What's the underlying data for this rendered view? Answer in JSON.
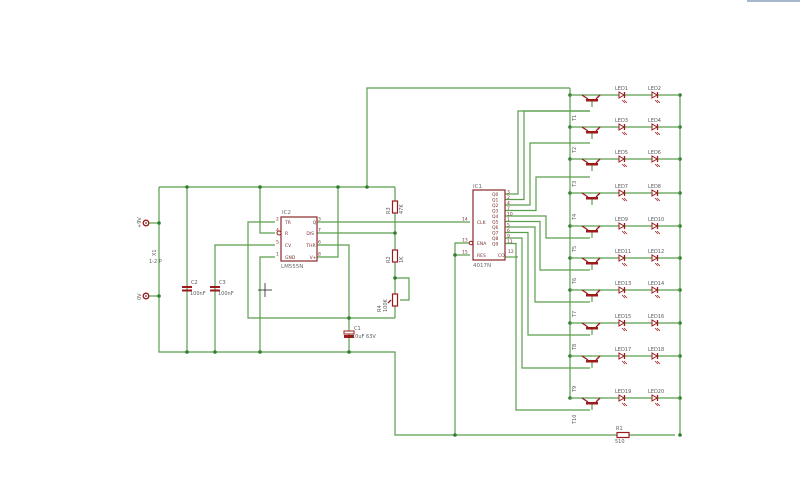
{
  "schematic": {
    "title": "LED chaser schematic (555 + 4017)",
    "colors": {
      "wire": "#5a9e4e",
      "component": "#9b1b1b",
      "junction": "#2f7f2f",
      "text": "#6a6a6a"
    },
    "power": {
      "plus_label": "+9V",
      "minus_label": "0V",
      "connector_label": "X1",
      "connector_pins": "1-2 P"
    },
    "capacitors": [
      {
        "name": "C2",
        "value": "100nF"
      },
      {
        "name": "C3",
        "value": "100nF"
      },
      {
        "name": "C1",
        "value": "10uF 63V"
      }
    ],
    "resistors": [
      {
        "name": "R3",
        "value": "47K"
      },
      {
        "name": "R2",
        "value": "1K"
      },
      {
        "name": "R4",
        "value": "100K"
      },
      {
        "name": "R1",
        "value": "510"
      }
    ],
    "ic2": {
      "name": "IC2",
      "part": "LM555N",
      "left_pins": [
        {
          "num": "2",
          "label": "TR"
        },
        {
          "num": "4",
          "label": "R"
        },
        {
          "num": "5",
          "label": "CV"
        },
        {
          "num": "1",
          "label": "GND"
        }
      ],
      "right_pins": [
        {
          "num": "3",
          "label": "Q"
        },
        {
          "num": "7",
          "label": "DIS"
        },
        {
          "num": "6",
          "label": "THR"
        },
        {
          "num": "8",
          "label": "V+"
        }
      ]
    },
    "ic1": {
      "name": "IC1",
      "part": "4017N",
      "left_pins": [
        {
          "num": "14",
          "label": "CLK"
        },
        {
          "num": "13",
          "label": "ENA"
        },
        {
          "num": "15",
          "label": "RES"
        }
      ],
      "outputs": [
        {
          "num": "3",
          "label": "Q0"
        },
        {
          "num": "2",
          "label": "Q1"
        },
        {
          "num": "4",
          "label": "Q2"
        },
        {
          "num": "7",
          "label": "Q3"
        },
        {
          "num": "10",
          "label": "Q4"
        },
        {
          "num": "1",
          "label": "Q5"
        },
        {
          "num": "5",
          "label": "Q6"
        },
        {
          "num": "6",
          "label": "Q7"
        },
        {
          "num": "9",
          "label": "Q8"
        },
        {
          "num": "11",
          "label": "Q9"
        }
      ],
      "co": {
        "num": "12",
        "label": "CO"
      }
    },
    "transistors": [
      "T1",
      "T2",
      "T3",
      "T4",
      "T5",
      "T6",
      "T7",
      "T8",
      "T9",
      "T10"
    ],
    "led_rows": [
      [
        "LED1",
        "LED2"
      ],
      [
        "LED3",
        "LED4"
      ],
      [
        "LED5",
        "LED6"
      ],
      [
        "LED7",
        "LED8"
      ],
      [
        "LED9",
        "LED10"
      ],
      [
        "LED11",
        "LED12"
      ],
      [
        "LED13",
        "LED14"
      ],
      [
        "LED15",
        "LED16"
      ],
      [
        "LED17",
        "LED18"
      ],
      [
        "LED19",
        "LED20"
      ]
    ],
    "row_transistor_labels": [
      "",
      "T1",
      "T2",
      "T3",
      "T4",
      "T5",
      "T6",
      "T7",
      "T8",
      "T9"
    ],
    "extra_transistor_label": "T10"
  }
}
